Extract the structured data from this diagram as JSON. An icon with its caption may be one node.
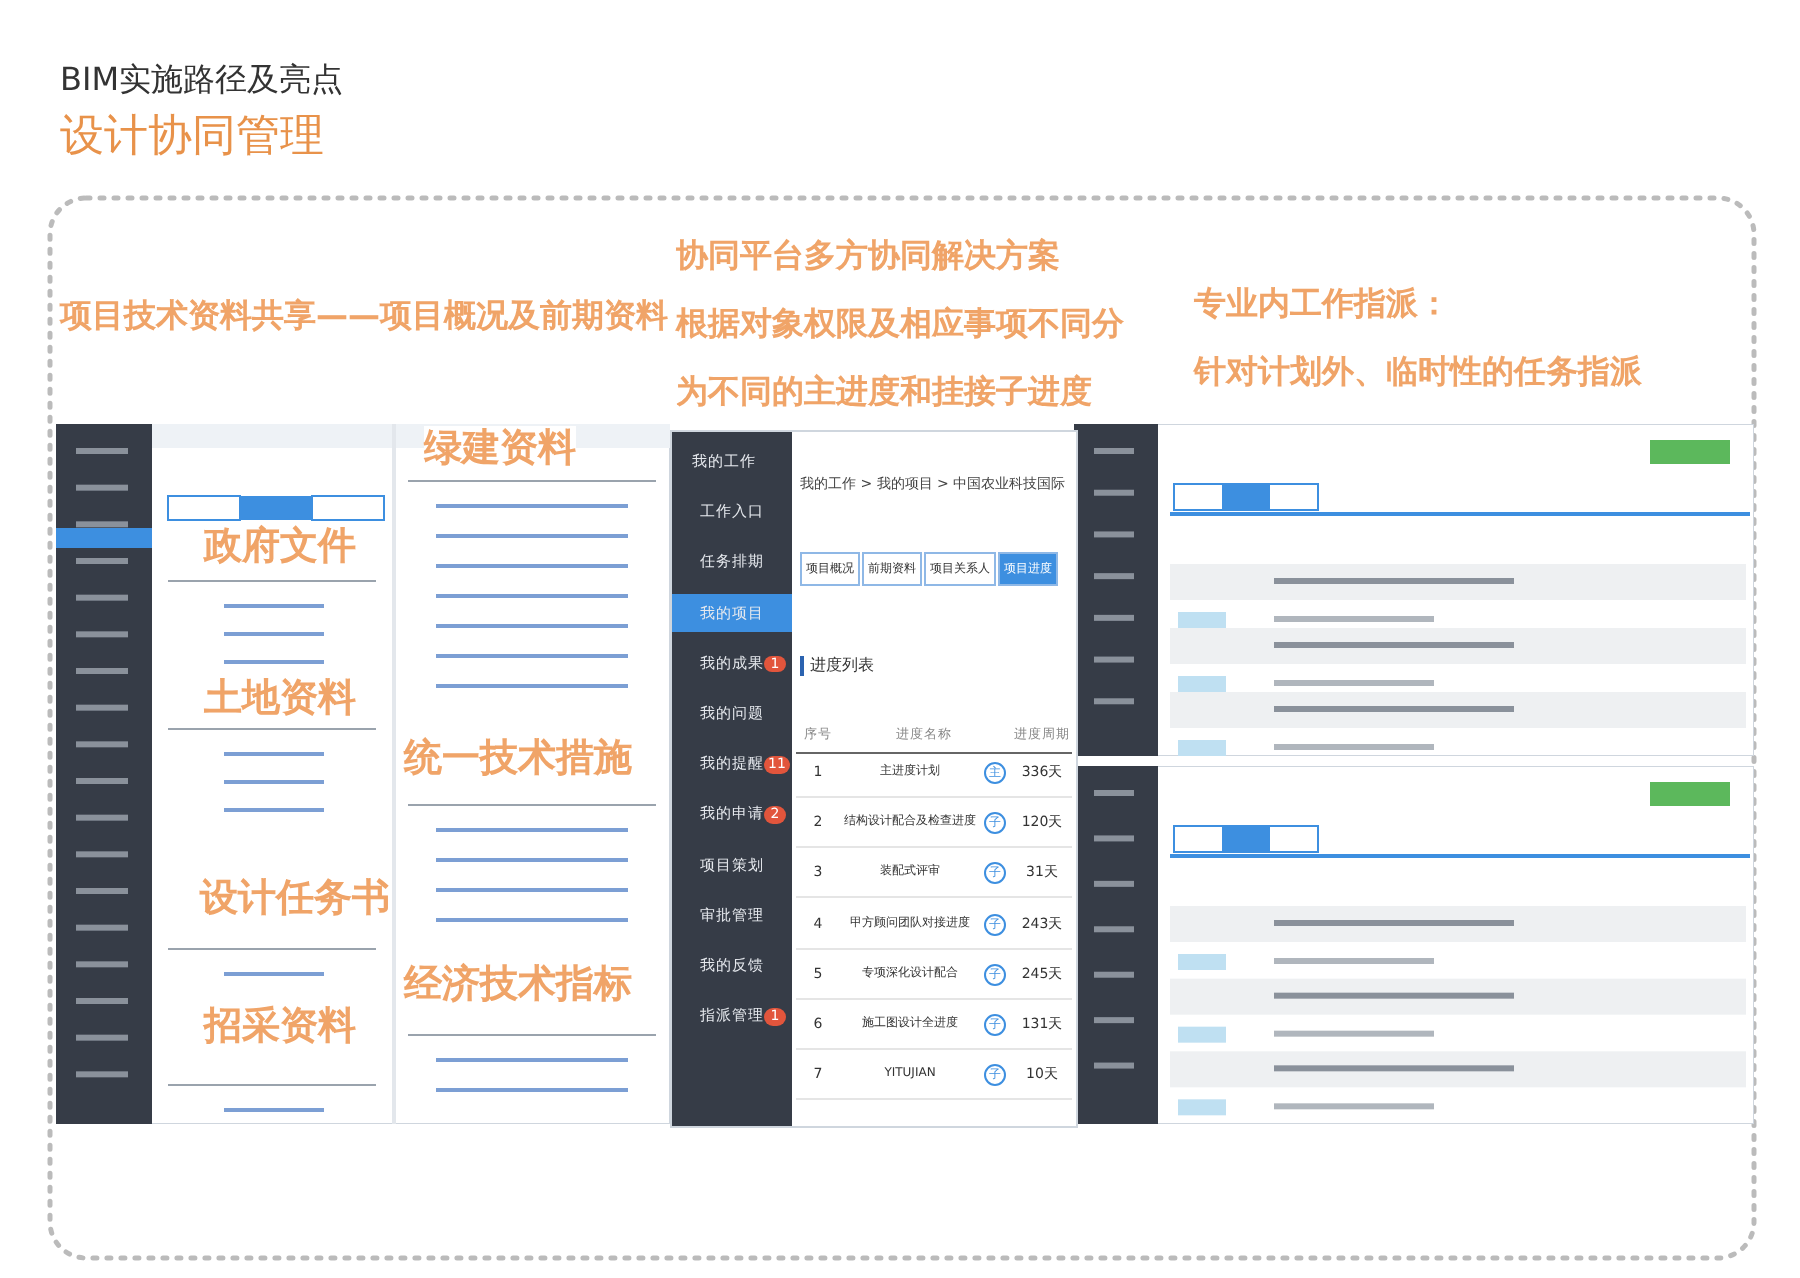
{
  "diagram": {
    "title": "BIM实施路径及亮点",
    "labels": [
      "设计协同管理",
      "项目技术资料共享——项目概况及前期资料",
      "协同平台多方协同解决方案",
      "根据对象权限及相应事项不同分",
      "为不同的主进度和挂接子进度",
      "专业内工作指派：",
      "针对计划外、临时性的任务指派",
      "政府文件",
      "土地资料",
      "设计任务书",
      "招采资料",
      "绿建资料",
      "统一技术措施",
      "经济技术指标",
      "我的工作",
      "工作入口",
      "任务排期",
      "我的项目",
      "我的成果",
      "1",
      "我的问题",
      "我的提醒",
      "11",
      "我的申请",
      "2",
      "项目策划",
      "审批管理",
      "我的反馈",
      "指派管理",
      "1",
      "我的工作 > 我的项目 > 中国农业科技国际",
      "项目概况",
      "前期资料",
      "项目关系人",
      "项目进度",
      "进度列表",
      "序号",
      "进度名称",
      "进度周期",
      "1",
      "主进度计划",
      "主",
      "336天",
      "2",
      "结构设计配合及检查进度",
      "子",
      "120天",
      "3",
      "装配式评审",
      "子",
      "31天",
      "4",
      "甲方顾问团队对接进度",
      "子",
      "243天",
      "5",
      "专项深化设计配合",
      "子",
      "245天",
      "6",
      "施工图设计全进度",
      "子",
      "131天",
      "7",
      "YITUJIAN",
      "子",
      "10天"
    ]
  }
}
